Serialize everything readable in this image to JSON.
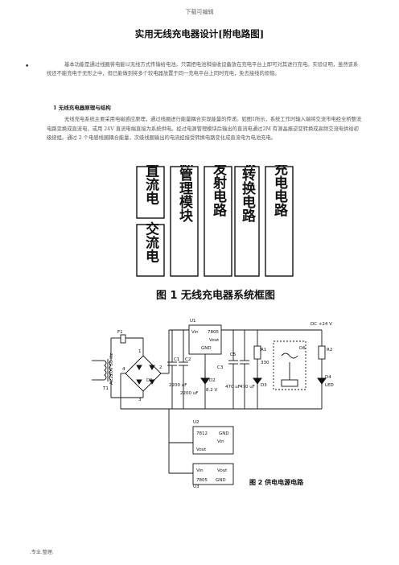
{
  "header": "下载可编辑",
  "title": "实用无线充电器设计[附电路图]",
  "intro": {
    "bullet": "•",
    "paragraph": "基本功能是通过线圈将电能以无线方式传输给电池。只需把电池和接收设备放在充电平台上即可对其进行充电。实验证明，虽然该系统还不能充电于无形之中，但已能做到将多个较电器放置于同一充电平台上同时充电，免去接线的烦恼。"
  },
  "section1": {
    "heading": "1  无线充电器原理与结构",
    "paragraph": "无线充电系统主要采用电磁感应原理，通过线圈进行能量耦合实现能量的传递。如图1所示，系统工作时输入端将交流市电经全桥整流电路变换成直流电，或用 24V 直流电端直接为系统供电。经过电源管理模块后输出的直流电通过2M 有源晶振逆变转换成高频交流电供给初级绕组。通过 2 个电感线圈耦合能量，次级线圈输出的电流经接受转换电路变化成直流电为电池充电。"
  },
  "figure1": {
    "blocks": [
      {
        "id": "dc",
        "label": "直流电"
      },
      {
        "id": "ac",
        "label": "交流电"
      },
      {
        "id": "pm",
        "label": "电源管理模块"
      },
      {
        "id": "tx",
        "label": "发射电路"
      },
      {
        "id": "rx",
        "label": "接收转换电路"
      },
      {
        "id": "ch",
        "label": "充电电路"
      }
    ],
    "caption": "图 1  无线充电器系统框图"
  },
  "figure2": {
    "caption": "图 2  供电电源电路",
    "labels": {
      "ac_in": "AC220V 50 Hz",
      "t1": "T1",
      "f1": "F1",
      "d1": "D1",
      "c1": "C1",
      "c1v": "2200 uF",
      "c2": "C2",
      "c2v": "2200 uF",
      "c3": "C3",
      "c5": "C5",
      "c5v": "470 uF",
      "c4v": "470 uF",
      "u1": "U1",
      "u1part": "7805",
      "vin": "Vin",
      "vout": "Vout",
      "gnd": "GND",
      "d2": "D2",
      "d2v": "8.2 V",
      "r1": "R1",
      "r1v": "330",
      "d3": "D3",
      "d6": "D6",
      "r2": "R2",
      "d4": "D4",
      "led": "LED",
      "dc_out": "DC +24 V",
      "u2": "U2",
      "u2part": "7812",
      "u3": "U3",
      "u3part": "7805",
      "pin1": "1",
      "pin2": "2",
      "pin3": "3",
      "pin4": "4"
    }
  },
  "footer": ".专业.整理."
}
